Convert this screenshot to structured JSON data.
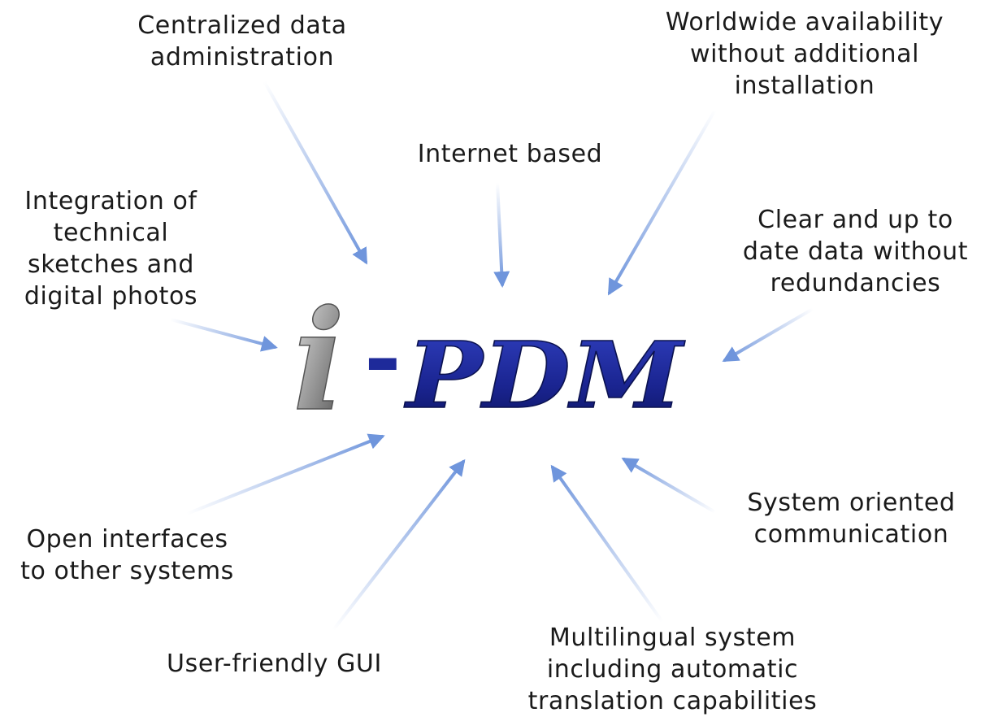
{
  "logo": {
    "i": "i",
    "dash": "-",
    "pdm": "PDM"
  },
  "features": {
    "centralized": [
      "Centralized data",
      "administration"
    ],
    "worldwide": [
      "Worldwide availability",
      "without additional",
      "installation"
    ],
    "internet": [
      "Internet based"
    ],
    "integration": [
      "Integration of",
      "technical",
      "sketches and",
      "digital photos"
    ],
    "clear": [
      "Clear and up to",
      "date data without",
      "redundancies"
    ],
    "open": [
      "Open interfaces",
      "to other systems"
    ],
    "system": [
      "System oriented",
      "communication"
    ],
    "gui": [
      "User-friendly GUI"
    ],
    "multilingual": [
      "Multilingual system",
      "including automatic",
      "translation capabilities"
    ]
  },
  "colors": {
    "arrow": "#6f95dc",
    "pdm": "#1e2a9a",
    "i_letter": "#8d8d8d"
  }
}
